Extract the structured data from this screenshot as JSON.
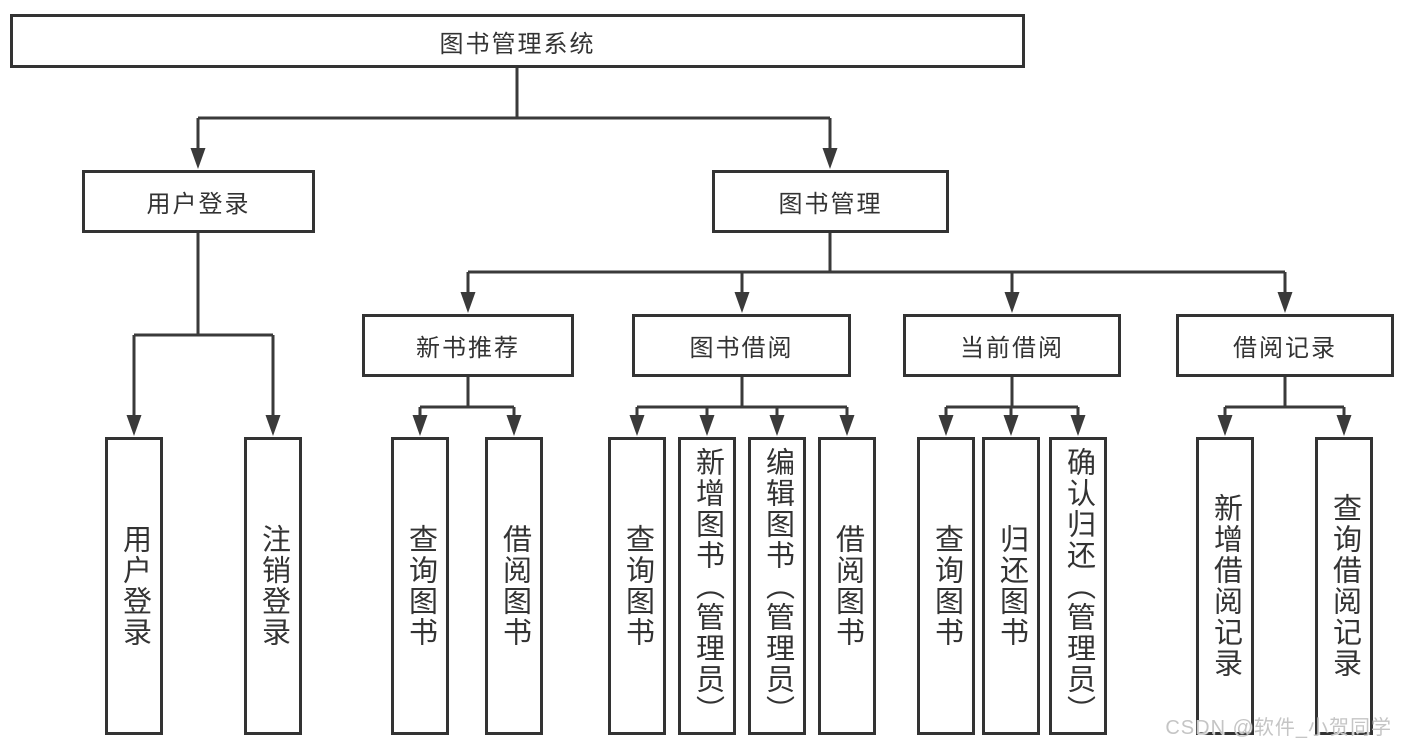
{
  "diagram_title": "图书管理系统",
  "tree": {
    "root": {
      "label": "图书管理系统",
      "children": [
        {
          "label": "用户登录",
          "children": [
            {
              "label": "用户登录"
            },
            {
              "label": "注销登录"
            }
          ]
        },
        {
          "label": "图书管理",
          "children": [
            {
              "label": "新书推荐",
              "children": [
                {
                  "label": "查询图书"
                },
                {
                  "label": "借阅图书"
                }
              ]
            },
            {
              "label": "图书借阅",
              "children": [
                {
                  "label": "查询图书"
                },
                {
                  "label": "新增图书（管理员）"
                },
                {
                  "label": "编辑图书（管理员）"
                },
                {
                  "label": "借阅图书"
                }
              ]
            },
            {
              "label": "当前借阅",
              "children": [
                {
                  "label": "查询图书"
                },
                {
                  "label": "归还图书"
                },
                {
                  "label": "确认归还（管理员）"
                }
              ]
            },
            {
              "label": "借阅记录",
              "children": [
                {
                  "label": "新增借阅记录"
                },
                {
                  "label": "查询借阅记录"
                }
              ]
            }
          ]
        }
      ]
    }
  },
  "watermark": "CSDN @软件_小贺同学",
  "colors": {
    "line": "#3a3a3a",
    "box_border": "#333333",
    "text": "#333333",
    "background": "#ffffff",
    "watermark": "#c5c5c5"
  }
}
